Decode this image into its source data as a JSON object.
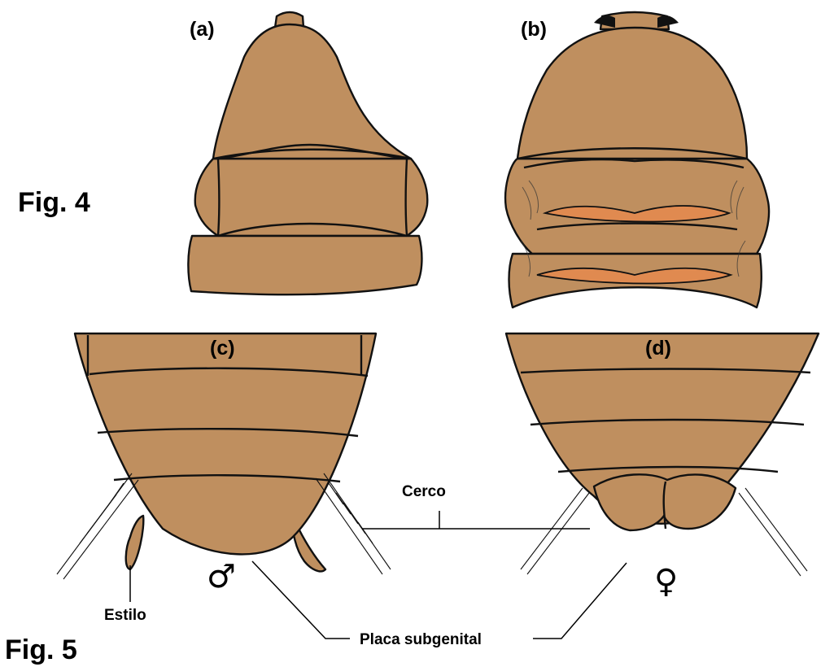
{
  "figures": {
    "fig4": "Fig. 4",
    "fig5": "Fig. 5"
  },
  "panels": {
    "a": "(a)",
    "b": "(b)",
    "c": "(c)",
    "d": "(d)"
  },
  "labels": {
    "cerco": "Cerco",
    "estilo": "Estilo",
    "placa": "Placa subgenital"
  },
  "symbols": {
    "male": "♂",
    "female": "♀"
  },
  "colors": {
    "body": "#bf8f5f",
    "membrane": "#e08a50",
    "outline": "#111111"
  }
}
